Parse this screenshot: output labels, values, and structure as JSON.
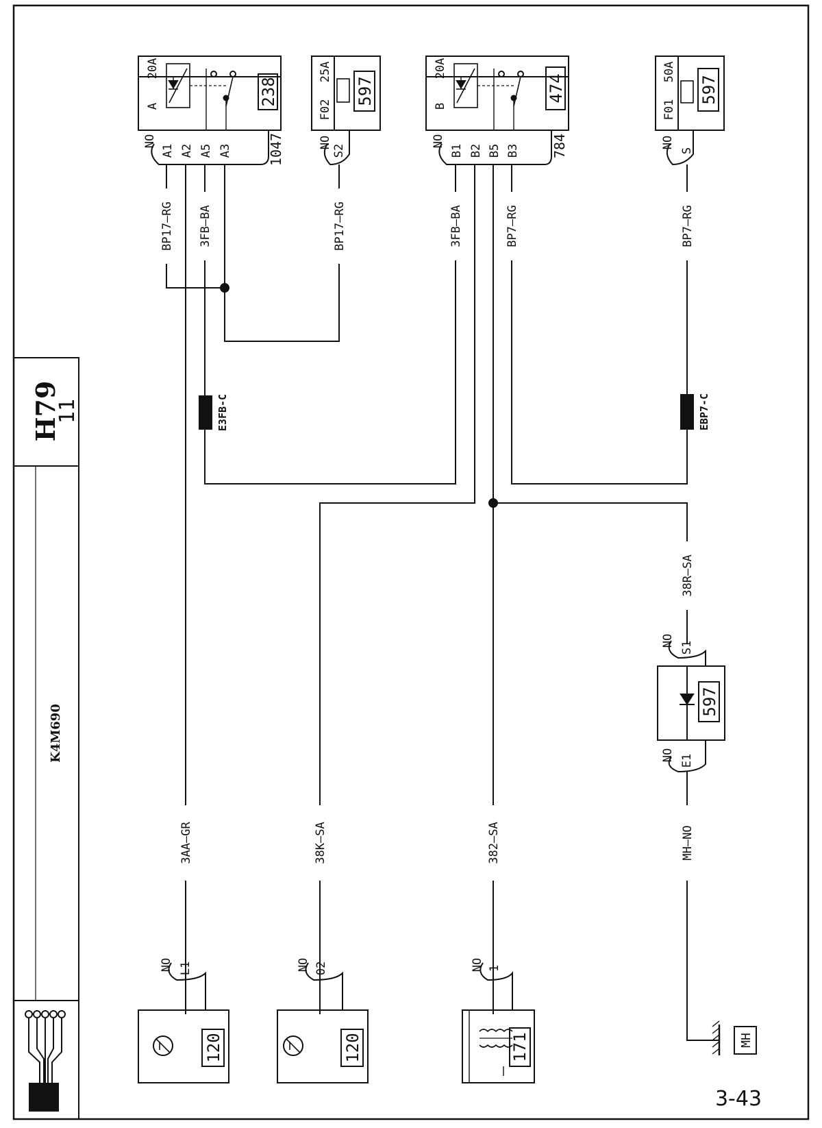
{
  "sheet": {
    "code": "H79",
    "sub": "11",
    "engine": "K4M690",
    "page": "3-43"
  },
  "relay_a": {
    "letter": "A",
    "rating": "20A",
    "id": "238",
    "conn": "1047"
  },
  "relay_b": {
    "letter": "B",
    "rating": "20A",
    "id": "474",
    "conn": "784"
  },
  "fuse_f02": {
    "name": "F02",
    "rating": "25A",
    "id": "597",
    "pin": "S2"
  },
  "fuse_f01": {
    "name": "F01",
    "rating": "50A",
    "id": "597",
    "pin": "S"
  },
  "diode_box": {
    "id": "597",
    "pin_top": "S1",
    "pin_bottom": "E1"
  },
  "pins": {
    "a1": "A1",
    "a2": "A2",
    "a5": "A5",
    "a3": "A3",
    "b1": "B1",
    "b2": "B2",
    "b5": "B5",
    "b3": "B3"
  },
  "connector_color": "NO",
  "wires": {
    "bp17_a1": "BP17—RG",
    "fb_a5": "3FB—BA",
    "bp17_s2": "BP17—RG",
    "fb_b1": "3FB—BA",
    "bp7_b3": "BP7—RG",
    "bp7_s": "BP7—RG",
    "w38r_s1": "38R—SA",
    "w3aa": "3AA—GR",
    "w38k": "38K—SA",
    "w382": "382—SA",
    "wmh": "MH—NO"
  },
  "splices": {
    "e3fb": "E3FB-C",
    "ebp7": "EBP7-C"
  },
  "components": {
    "sensor1": {
      "id": "120",
      "pin": "L1"
    },
    "sensor2": {
      "id": "120",
      "pin": "02"
    },
    "coil": {
      "id": "171",
      "pin": "1"
    },
    "ground": {
      "label": "MH"
    }
  }
}
